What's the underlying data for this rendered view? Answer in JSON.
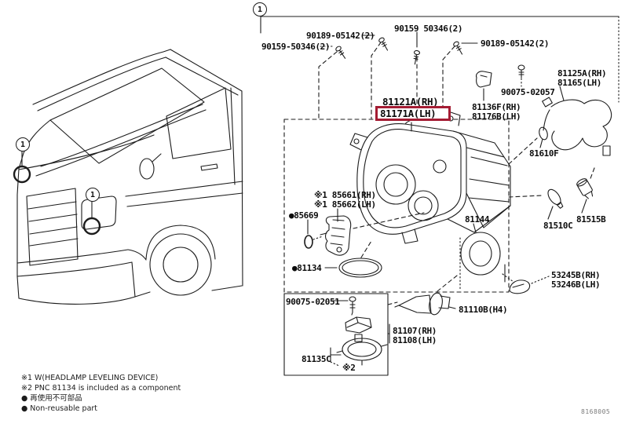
{
  "figure": {
    "callout": "1",
    "drawing_number": "8168005",
    "highlight_color": "#a41c33",
    "notes": [
      "※1 W(HEADLAMP LEVELING DEVICE)",
      "※2 PNC 81134 is included as a component",
      "● 再使用不可部品",
      "● Non-reusable part"
    ]
  },
  "parts": {
    "screw_front_left": "90159-50346(2)",
    "bolt_top_left": "90189-05142(2)",
    "screw_top": "90159 50346(2)",
    "bolt_top_right": "90189-05142(2)",
    "harness_rh": "81125A(RH)",
    "harness_lh": "81165(LH)",
    "screw_02057": "90075-02057",
    "clip_rh": "81136F(RH)",
    "clip_lh": "81176B(LH)",
    "unit_rh": "81121A(RH)",
    "unit_lh": "81171A(LH)",
    "cord": "81610F",
    "leveling_motor_rh": "※1 85661(RH)",
    "leveling_motor_lh": "※1 85662(LH)",
    "oring": "●85669",
    "seal": "81144",
    "bulb_clearance": "81510C",
    "socket_clearance": "81515B",
    "gasket": "●81134",
    "clip2_rh": "53245B(RH)",
    "clip2_lh": "53246B(LH)",
    "screw_02051": "90075-02051",
    "bulb_headlamp": "81110B(H4)",
    "unit_sub_rh": "81107(RH)",
    "unit_sub_lh": "81108(LH)",
    "retainer": "81135C",
    "ref2": "※2"
  }
}
